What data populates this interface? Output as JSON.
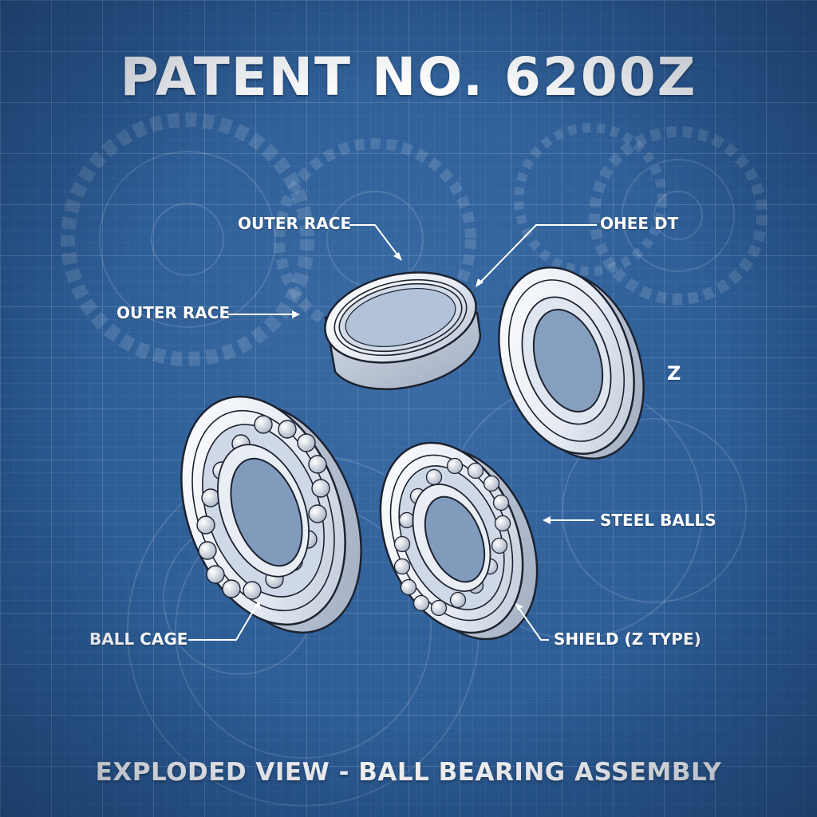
{
  "title": "PATENT NO. 6200Z",
  "caption": "EXPLODED VIEW - BALL BEARING ASSEMBLY",
  "labels": {
    "outer_race_top": "OUTER RACE",
    "outer_race_left": "OUTER RACE",
    "ohee_dt": "OHEE DT",
    "z_mark": "Z",
    "steel_balls": "STEEL BALLS",
    "ball_cage": "BALL CAGE",
    "shield": "SHIELD (Z TYPE)"
  },
  "colors": {
    "background": "#2a5a92",
    "part_fill": "#eef2f8",
    "outline": "#1c2230",
    "text": "#ffffff"
  }
}
